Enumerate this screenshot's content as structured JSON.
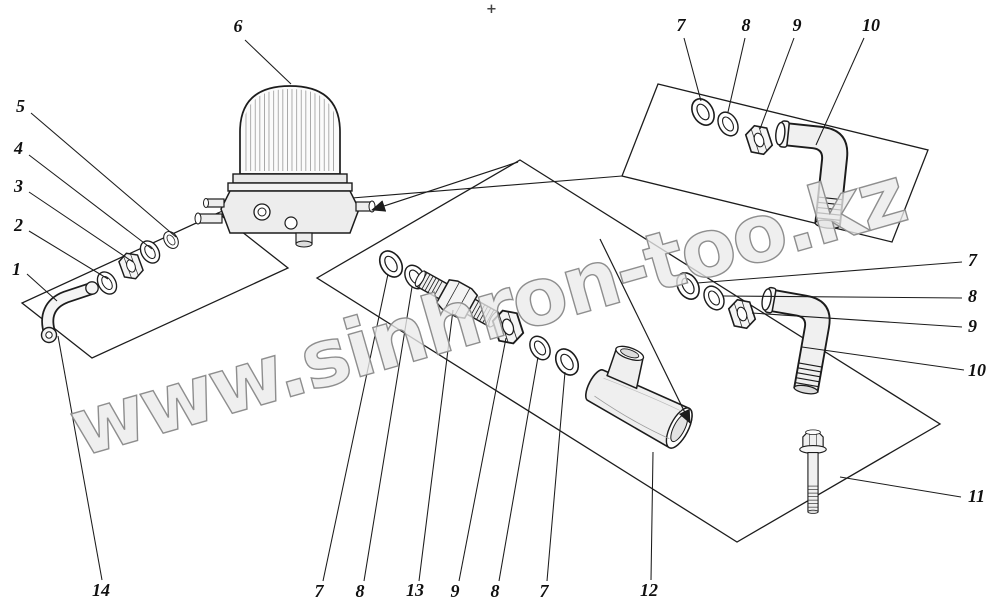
{
  "watermark": "www.sinhron-too.kz",
  "registration_mark": "+",
  "palette": {
    "background": "#ffffff",
    "line_color": "#1c1c1c",
    "watermark_color": "#bdbdbd"
  },
  "callouts": [
    {
      "label": "6",
      "area": "top"
    },
    {
      "label": "7",
      "area": "top"
    },
    {
      "label": "8",
      "area": "top"
    },
    {
      "label": "9",
      "area": "top"
    },
    {
      "label": "10",
      "area": "top"
    },
    {
      "label": "5",
      "area": "left"
    },
    {
      "label": "4",
      "area": "left"
    },
    {
      "label": "3",
      "area": "left"
    },
    {
      "label": "2",
      "area": "left"
    },
    {
      "label": "1",
      "area": "left"
    },
    {
      "label": "7",
      "area": "right"
    },
    {
      "label": "8",
      "area": "right"
    },
    {
      "label": "9",
      "area": "right"
    },
    {
      "label": "10",
      "area": "right"
    },
    {
      "label": "11",
      "area": "right"
    },
    {
      "label": "14",
      "area": "bottom"
    },
    {
      "label": "7",
      "area": "bottom"
    },
    {
      "label": "8",
      "area": "bottom"
    },
    {
      "label": "13",
      "area": "bottom"
    },
    {
      "label": "9",
      "area": "bottom"
    },
    {
      "label": "8",
      "area": "bottom"
    },
    {
      "label": "7",
      "area": "bottom"
    },
    {
      "label": "12",
      "area": "bottom"
    }
  ]
}
